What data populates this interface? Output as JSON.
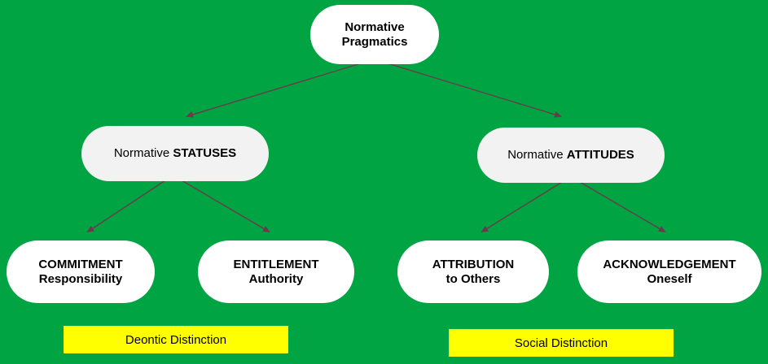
{
  "diagram": {
    "background_color": "#00a443",
    "node_fill": "#ffffff",
    "node_fill_level2": "#f2f2f2",
    "edge_color": "#6b3b4a",
    "caption_fill": "#ffff00",
    "root": {
      "line1": "Normative",
      "line2": "Pragmatics"
    },
    "level2": [
      {
        "prefix": "Normative ",
        "emphasis": "STATUSES"
      },
      {
        "prefix": "Normative ",
        "emphasis": "ATTITUDES"
      }
    ],
    "leaves": [
      {
        "line1": "COMMITMENT",
        "line2": "Responsibility"
      },
      {
        "line1": "ENTITLEMENT",
        "line2": "Authority"
      },
      {
        "line1": "ATTRIBUTION",
        "line2": "to Others"
      },
      {
        "line1": "ACKNOWLEDGEMENT",
        "line2": "Oneself"
      }
    ],
    "captions": [
      {
        "label": "Deontic Distinction"
      },
      {
        "label": "Social Distinction"
      }
    ]
  }
}
